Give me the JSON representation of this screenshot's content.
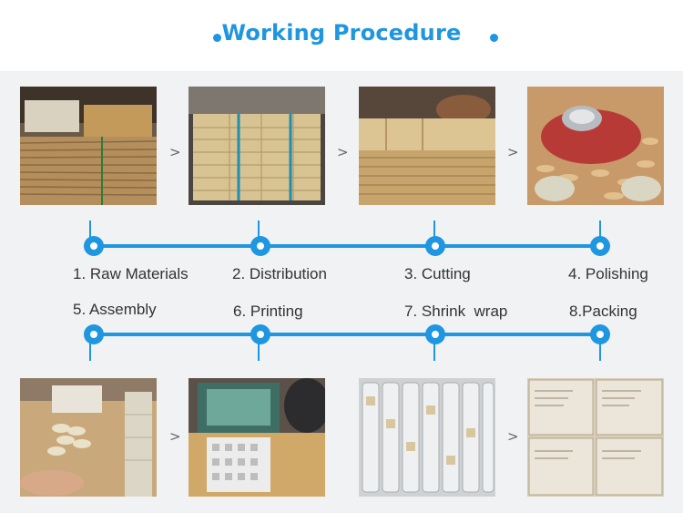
{
  "title": "Working Procedure",
  "arrow_glyph": ">",
  "steps": [
    {
      "label": "1. Raw Materials"
    },
    {
      "label": "2. Distribution"
    },
    {
      "label": "3. Cutting"
    },
    {
      "label": "4. Polishing"
    },
    {
      "label": "5. Assembly"
    },
    {
      "label": "6. Printing"
    },
    {
      "label": "7. Shrink  wrap"
    },
    {
      "label": "8.Packing"
    }
  ],
  "colors": {
    "accent": "#1e96e0",
    "band": "#f1f2f4",
    "label": "#333333"
  }
}
